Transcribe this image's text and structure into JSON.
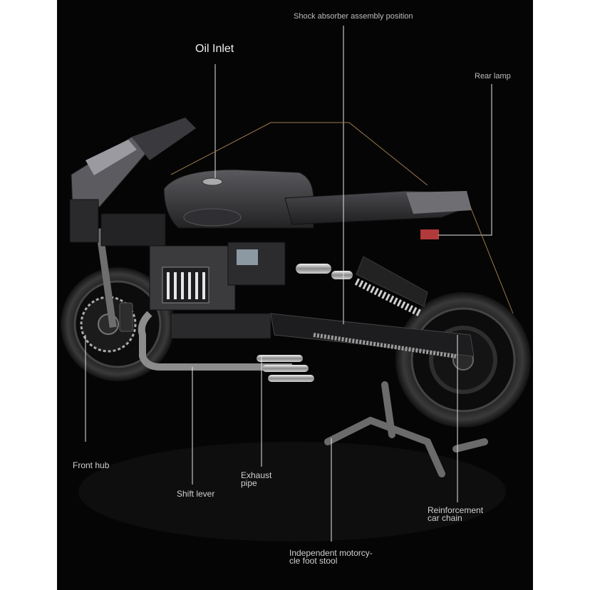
{
  "labels": {
    "shock": "Shock absorber assembly position",
    "oil": "Oil Inlet",
    "rear_lamp": "Rear lamp",
    "front_hub": "Front hub",
    "exhaust_1": "Exhaust",
    "exhaust_2": "pipe",
    "shift": "Shift lever",
    "chain_1": "Reinforcement",
    "chain_2": "car chain",
    "foot_1": "Independent motorcy-",
    "foot_2": "cle foot stool"
  },
  "colors": {
    "background": "#050505",
    "border": "#ffffff",
    "leader_line": "#e6e6e6",
    "accent_line": "#9b7a4a"
  }
}
